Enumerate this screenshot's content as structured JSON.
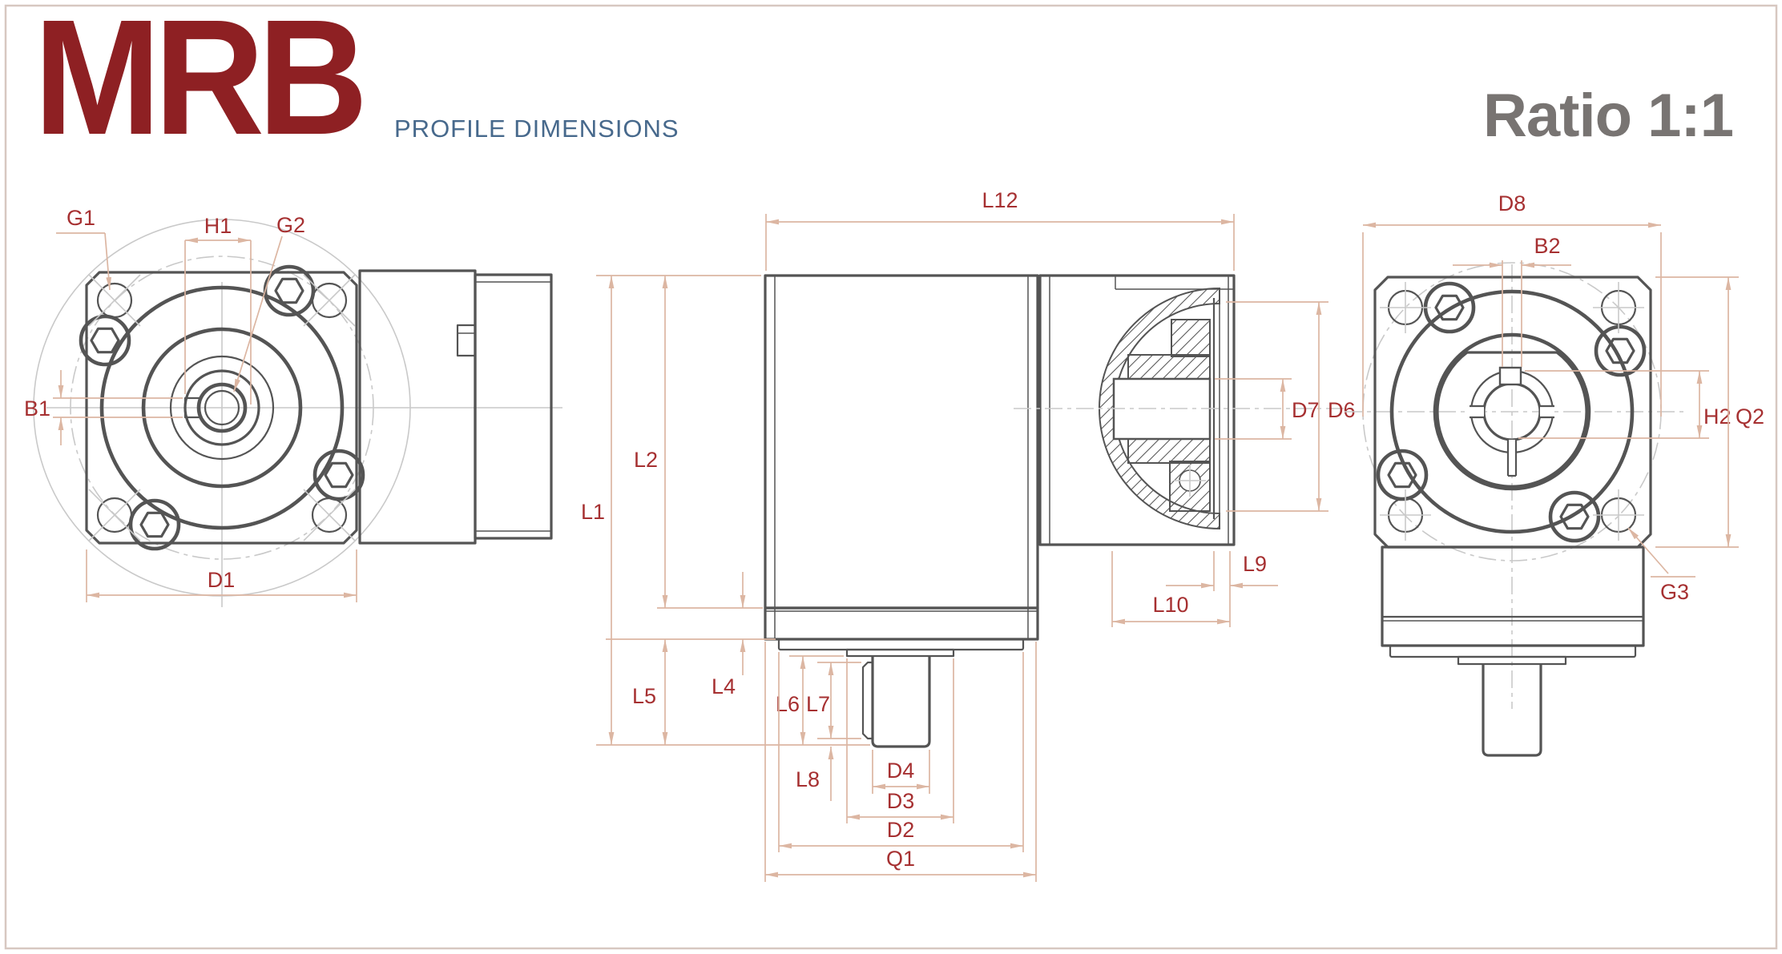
{
  "header": {
    "logo": "MRB",
    "subtitle": "PROFILE DIMENSIONS",
    "ratio": "Ratio 1:1"
  },
  "colors": {
    "logo_red": "#8e2023",
    "subtitle_blue": "#47698c",
    "ratio_gray": "#787472",
    "dimension_label_red": "#a63031",
    "dimension_line_salmon": "#dcb6a2",
    "drawing_line_gray": "#545454",
    "centerline_gray": "#c9c9c9",
    "frame_border": "#d7c8c1"
  },
  "views": {
    "front": {
      "name": "front-flange-view",
      "labels": {
        "G1": "G1",
        "H1": "H1",
        "G2": "G2",
        "B1": "B1",
        "D1": "D1"
      }
    },
    "side": {
      "name": "side-section-view",
      "labels": {
        "L12": "L12",
        "L1": "L1",
        "L2": "L2",
        "L4": "L4",
        "L5": "L5",
        "L6": "L6",
        "L7": "L7",
        "L8": "L8",
        "L9": "L9",
        "L10": "L10",
        "D2": "D2",
        "D3": "D3",
        "D4": "D4",
        "D6": "D6",
        "D7": "D7",
        "Q1": "Q1"
      }
    },
    "output": {
      "name": "output-flange-view",
      "labels": {
        "D8": "D8",
        "B2": "B2",
        "H2": "H2",
        "Q2": "Q2",
        "G3": "G3"
      }
    }
  }
}
